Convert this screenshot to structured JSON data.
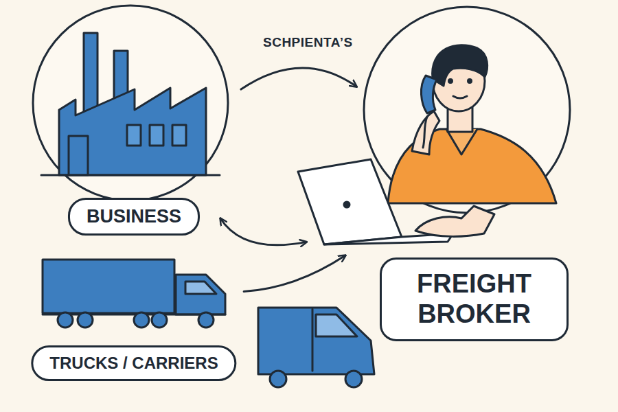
{
  "diagram": {
    "nodes": [
      {
        "text": [
          "BUSINESS"
        ]
      },
      {
        "text": [
          "FREIGHT BROKER"
        ]
      },
      {
        "text": [
          "TRUCKS / CARRIERS"
        ]
      }
    ],
    "edges": [
      {
        "from": 0,
        "to": 1,
        "label": "SCHPIENTA’S",
        "arrow": "to"
      },
      {
        "from": 0,
        "to": 1,
        "arrow": "both"
      },
      {
        "from": 2,
        "to": 1,
        "arrow": "to"
      }
    ]
  }
}
